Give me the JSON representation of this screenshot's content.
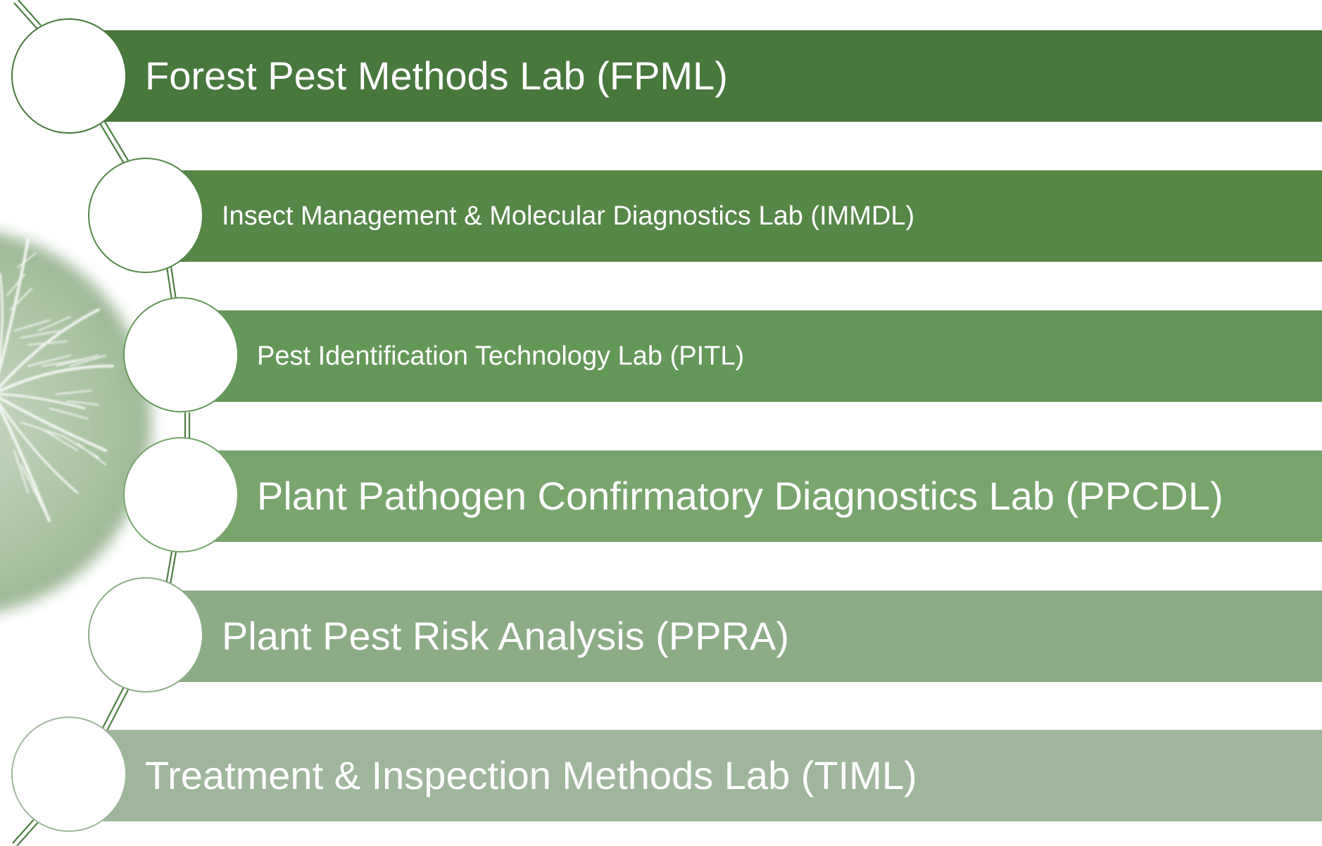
{
  "labs": [
    {
      "label": "Forest Pest Methods Lab (FPML)",
      "color": "#47783c"
    },
    {
      "label": "Insect Management & Molecular Diagnostics Lab (IMMDL)",
      "color": "#558747"
    },
    {
      "label": "Pest Identification Technology Lab (PITL)",
      "color": "#649858"
    },
    {
      "label": "Plant Pathogen Confirmatory Diagnostics Lab (PPCDL)",
      "color": "#77a56c"
    },
    {
      "label": "Plant Pest Risk Analysis (PPRA)",
      "color": "#8cac86"
    },
    {
      "label": "Treatment & Inspection Methods Lab (TIML)",
      "color": "#9fb69c"
    }
  ]
}
